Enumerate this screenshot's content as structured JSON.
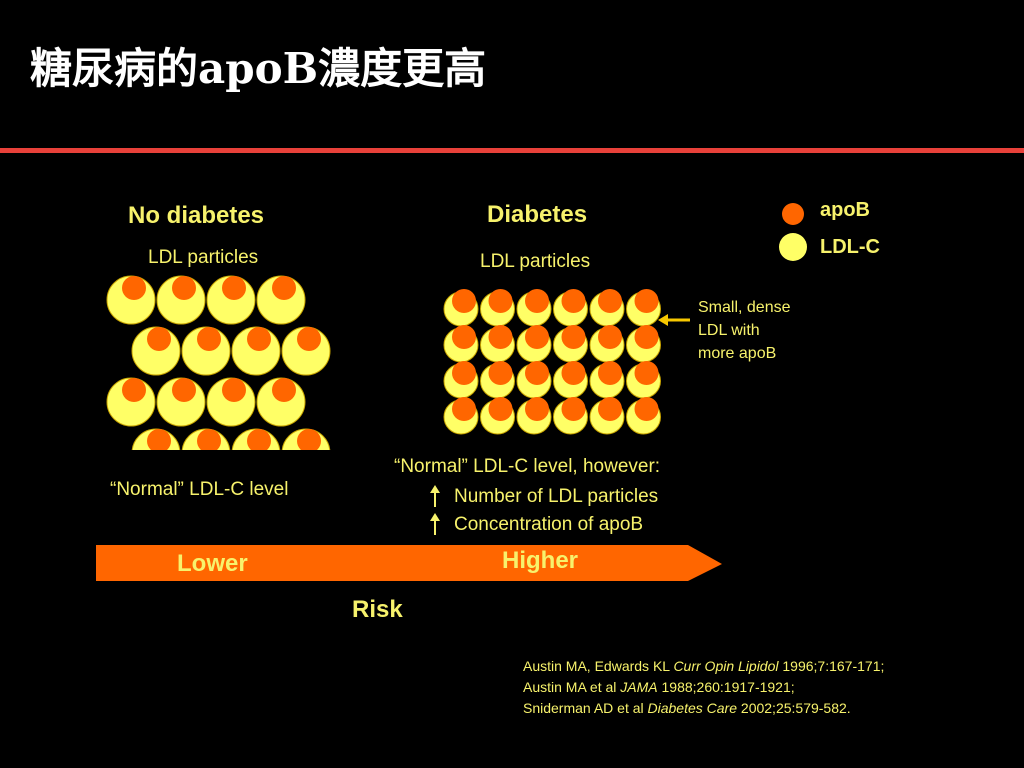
{
  "slide": {
    "title": "糖尿病的apoB濃度更高"
  },
  "left": {
    "heading": "No diabetes",
    "sublabel": "LDL particles",
    "caption": "“Normal” LDL-C level"
  },
  "right": {
    "heading": "Diabetes",
    "sublabel": "LDL particles",
    "caption": "“Normal” LDL-C level, however:",
    "points": [
      "Number of LDL particles",
      "Concentration of apoB"
    ]
  },
  "callout": {
    "lines": [
      "Small, dense",
      "LDL with",
      "more apoB"
    ]
  },
  "legend": {
    "items": [
      {
        "label": "apoB",
        "color": "#ff6600"
      },
      {
        "label": "LDL-C",
        "color": "#ffff66"
      }
    ]
  },
  "risk_bar": {
    "low_label": "Lower",
    "high_label": "Higher",
    "axis_label": "Risk",
    "color": "#ff6600"
  },
  "references": [
    {
      "pre": "Austin MA, Edwards KL ",
      "journal": "Curr Opin Lipidol",
      "post": " 1996;7:167-171;"
    },
    {
      "pre": "Austin MA et al ",
      "journal": "JAMA",
      "post": " 1988;260:1917-1921;"
    },
    {
      "pre": "Sniderman AD et al ",
      "journal": "Diabetes Care",
      "post": " 2002;25:579-582."
    }
  ],
  "colors": {
    "background": "#000000",
    "text": "#f7f26c",
    "rule": "#e8413a",
    "ldl": "#ffff66",
    "apob": "#ff6600",
    "ldl_stroke": "#c9a400"
  },
  "particles": {
    "no_diabetes_count": 16,
    "diabetes_count": 24
  }
}
